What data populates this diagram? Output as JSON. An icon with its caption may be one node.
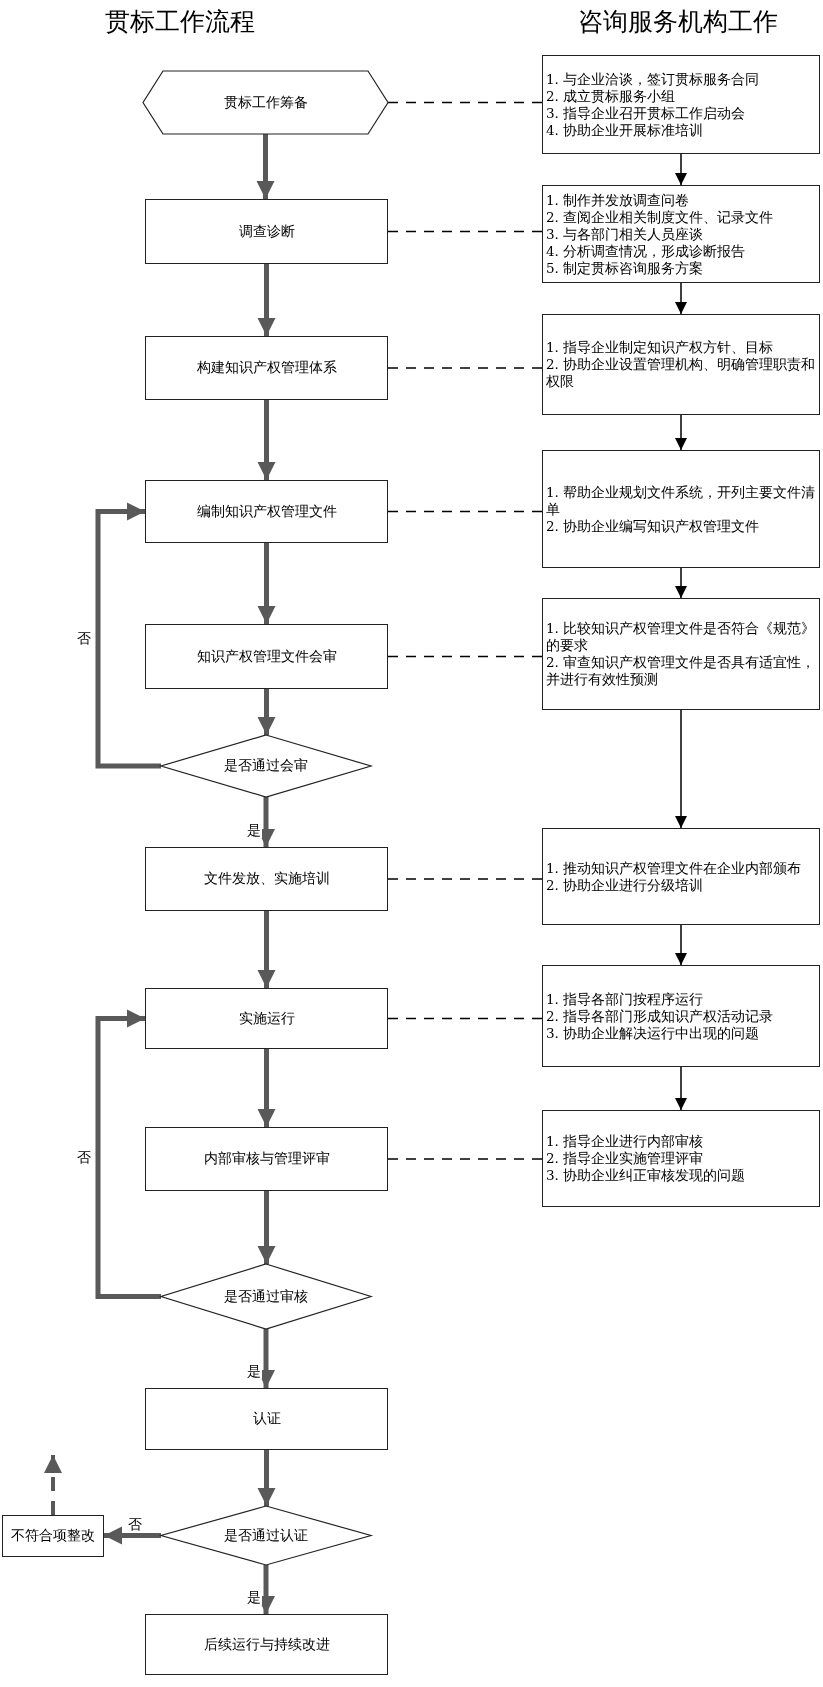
{
  "diagram": {
    "nodes": [
      {
        "text": [
          "贯标工作筹备"
        ]
      },
      {
        "text": [
          "1. 与企业洽谈，签订贯标服务合同",
          "2. 成立贯标服务小组",
          "3. 指导企业召开贯标工作启动会",
          "4. 协助企业开展标准培训"
        ]
      },
      {
        "text": [
          "调查诊断"
        ]
      },
      {
        "text": [
          "1. 制作并发放调查问卷",
          "2. 查阅企业相关制度文件、记录文件",
          "3. 与各部门相关人员座谈",
          "4. 分析调查情况，形成诊断报告",
          "5. 制定贯标咨询服务方案"
        ]
      },
      {
        "text": [
          "构建知识产权管理体系"
        ]
      },
      {
        "text": [
          "1. 指导企业制定知识产权方针、目标",
          "2. 协助企业设置管理机构、明确管理职责和权限"
        ]
      },
      {
        "text": [
          "编制知识产权管理文件"
        ]
      },
      {
        "text": [
          "1. 帮助企业规划文件系统，开列主要文件清单",
          "2. 协助企业编写知识产权管理文件"
        ]
      },
      {
        "text": [
          "知识产权管理文件会审"
        ]
      },
      {
        "text": [
          "1. 比较知识产权管理文件是否符合《规范》的要求",
          "2. 审查知识产权管理文件是否具有适宜性，并进行有效性预测"
        ]
      },
      {
        "text": [
          "是否通过会审"
        ]
      },
      {
        "text": [
          "文件发放、实施培训"
        ]
      },
      {
        "text": [
          "1. 推动知识产权管理文件在企业内部颁布",
          "2. 协助企业进行分级培训"
        ]
      },
      {
        "text": [
          "实施运行"
        ]
      },
      {
        "text": [
          "1. 指导各部门按程序运行",
          "2. 指导各部门形成知识产权活动记录",
          "3. 协助企业解决运行中出现的问题"
        ]
      },
      {
        "text": [
          "内部审核与管理评审"
        ]
      },
      {
        "text": [
          "1. 指导企业进行内部审核",
          "2. 指导企业实施管理评审",
          "3. 协助企业纠正审核发现的问题"
        ]
      },
      {
        "text": [
          "是否通过审核"
        ]
      },
      {
        "text": [
          "认证"
        ]
      },
      {
        "text": [
          "是否通过认证"
        ]
      },
      {
        "text": [
          "不符合项整改"
        ]
      },
      {
        "text": [
          "后续运行与持续改进"
        ]
      }
    ],
    "edges": [
      {
        "from": 0,
        "to": 2,
        "arrow": "to"
      },
      {
        "from": 2,
        "to": 4,
        "arrow": "to"
      },
      {
        "from": 4,
        "to": 6,
        "arrow": "to"
      },
      {
        "from": 6,
        "to": 8,
        "arrow": "to"
      },
      {
        "from": 8,
        "to": 10,
        "arrow": "to"
      },
      {
        "from": 10,
        "to": 11,
        "arrow": "to",
        "label": "是"
      },
      {
        "from": 10,
        "to": 6,
        "arrow": "to",
        "label": "否"
      },
      {
        "from": 11,
        "to": 13,
        "arrow": "to"
      },
      {
        "from": 13,
        "to": 15,
        "arrow": "to"
      },
      {
        "from": 15,
        "to": 17,
        "arrow": "to"
      },
      {
        "from": 17,
        "to": 18,
        "arrow": "to",
        "label": "是"
      },
      {
        "from": 17,
        "to": 13,
        "arrow": "to",
        "label": "否"
      },
      {
        "from": 18,
        "to": 19,
        "arrow": "to"
      },
      {
        "from": 19,
        "to": 21,
        "arrow": "to",
        "label": "是"
      },
      {
        "from": 19,
        "to": 20,
        "arrow": "to",
        "label": "否"
      },
      {
        "from": 20,
        "to": null,
        "arrow": "to",
        "style": "dashed"
      },
      {
        "from": 1,
        "to": 3,
        "arrow": "to",
        "color": "#000000"
      },
      {
        "from": 3,
        "to": 5,
        "arrow": "to",
        "color": "#000000"
      },
      {
        "from": 5,
        "to": 7,
        "arrow": "to",
        "color": "#000000"
      },
      {
        "from": 7,
        "to": 9,
        "arrow": "to",
        "color": "#000000"
      },
      {
        "from": 9,
        "to": 12,
        "arrow": "to",
        "color": "#000000"
      },
      {
        "from": 12,
        "to": 14,
        "arrow": "to",
        "color": "#000000"
      },
      {
        "from": 14,
        "to": 16,
        "arrow": "to",
        "color": "#000000"
      },
      {
        "from": 0,
        "to": 1,
        "arrow": "none",
        "style": "dashed",
        "color": "#000000"
      },
      {
        "from": 2,
        "to": 3,
        "arrow": "none",
        "style": "dashed",
        "color": "#000000"
      },
      {
        "from": 4,
        "to": 5,
        "arrow": "none",
        "style": "dashed",
        "color": "#000000"
      },
      {
        "from": 6,
        "to": 7,
        "arrow": "none",
        "style": "dashed",
        "color": "#000000"
      },
      {
        "from": 8,
        "to": 9,
        "arrow": "none",
        "style": "dashed",
        "color": "#000000"
      },
      {
        "from": 11,
        "to": 12,
        "arrow": "none",
        "style": "dashed",
        "color": "#000000"
      },
      {
        "from": 13,
        "to": 14,
        "arrow": "none",
        "style": "dashed",
        "color": "#000000"
      },
      {
        "from": 15,
        "to": 16,
        "arrow": "none",
        "style": "dashed",
        "color": "#000000"
      }
    ],
    "labels": [
      "贯标工作流程",
      "咨询服务机构工作"
    ]
  }
}
